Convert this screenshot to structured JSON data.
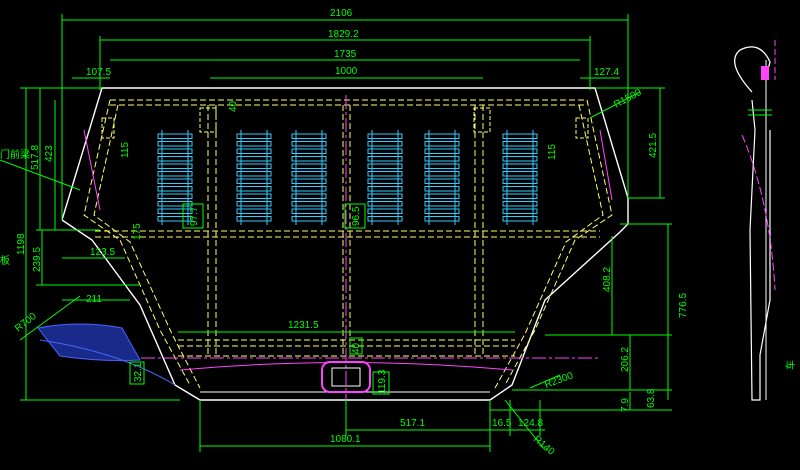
{
  "drawing": {
    "colors": {
      "background": "#000000",
      "outline": "#ffffff",
      "dimension": "#00ff00",
      "hidden": "#ffff66",
      "center": "#ff44ff",
      "fin": "#33ccff",
      "silhouette": "#3344ff"
    },
    "dims_top": {
      "overall": "2106",
      "upper": "1829.2",
      "mid": "1735",
      "inner": "1000",
      "left_step": "107.5",
      "right_step": "127.4"
    },
    "dims_left": {
      "d517": "517.8",
      "d423": "423",
      "d1198": "1198",
      "d239": "239.5",
      "d123": "123.5",
      "d211": "211",
      "d115a": "115",
      "d175": "175"
    },
    "dims_right": {
      "d4215": "421.5",
      "d4082": "408.2",
      "d7765": "776.5",
      "d2062": "206.2",
      "d638": "63.8",
      "d79": "7.9",
      "d115b": "115"
    },
    "dims_bottom": {
      "d12315": "1231.5",
      "d5171": "517.1",
      "d10801": "1080.1",
      "d165": "16.5",
      "d1248": "124.8"
    },
    "dims_misc": {
      "d40a": "40",
      "d40b": "40",
      "d977": "97.7",
      "d965": "96.5",
      "d321": "32.1",
      "d1193": "119.3"
    },
    "radii": {
      "r1500": "R1500",
      "r700": "R700",
      "r2300": "R2300",
      "r140": "R140"
    },
    "left_notes": {
      "note1": "门前梁",
      "note2": "板"
    },
    "side_notes": {
      "note3": "车"
    }
  }
}
